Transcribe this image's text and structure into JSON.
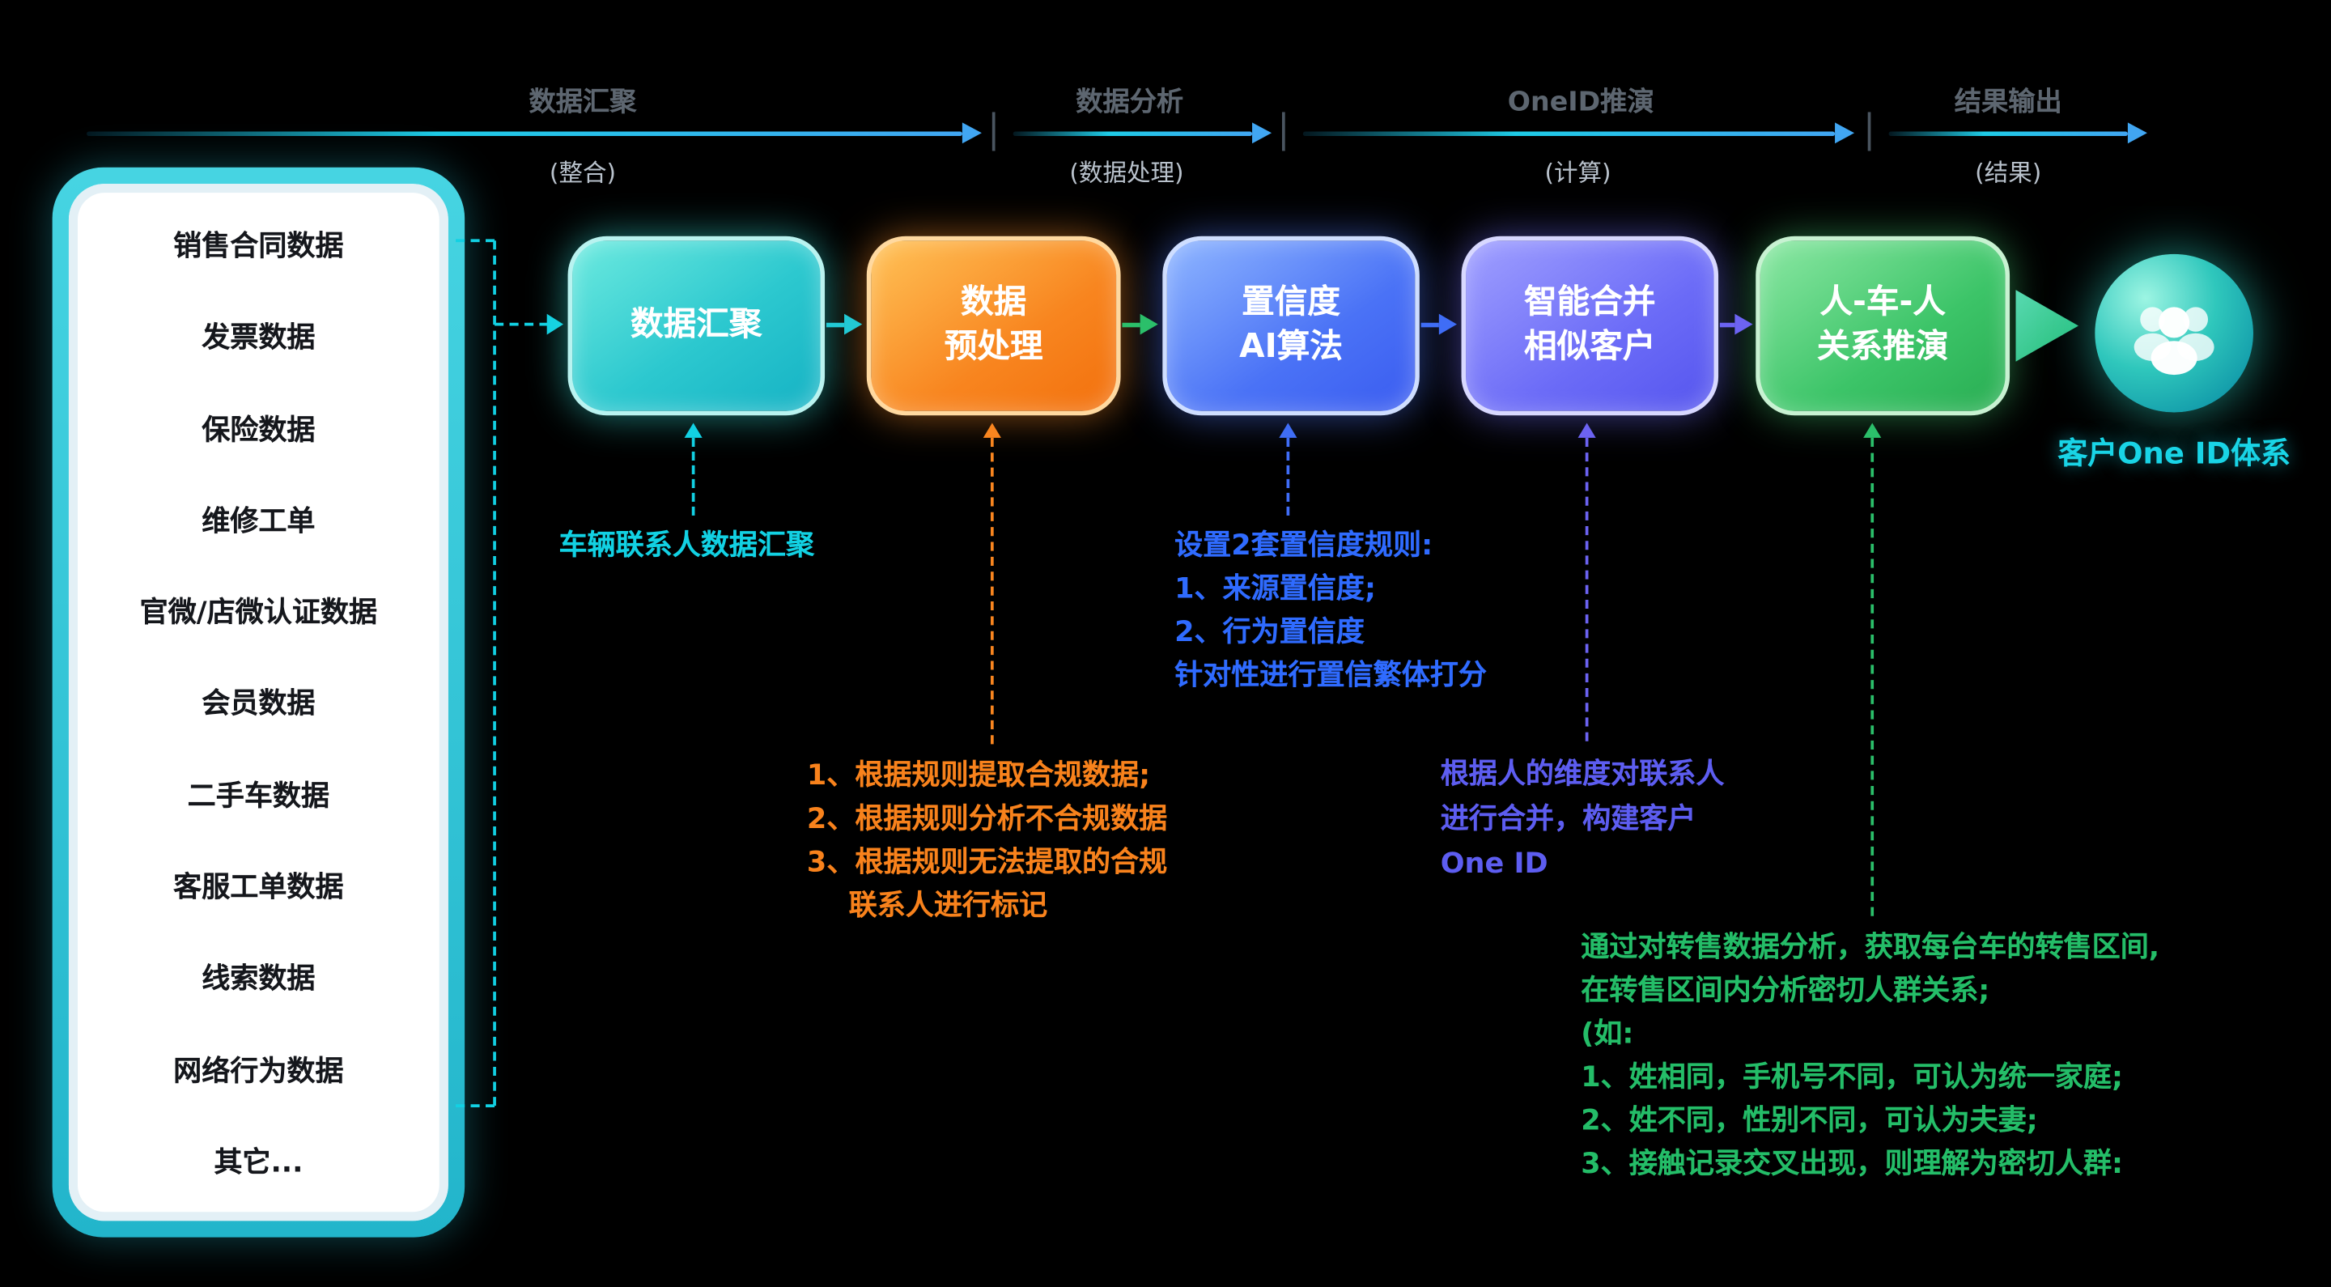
{
  "phases": [
    {
      "label": "数据汇聚",
      "sub": "(整合)"
    },
    {
      "label": "数据分析",
      "sub": "(数据处理)"
    },
    {
      "label": "OneID推演",
      "sub": "(计算)"
    },
    {
      "label": "结果输出",
      "sub": "(结果)"
    }
  ],
  "sources": [
    "销售合同数据",
    "发票数据",
    "保险数据",
    "维修工单",
    "官微/店微认证数据",
    "会员数据",
    "二手车数据",
    "客服工单数据",
    "线索数据",
    "网络行为数据",
    "其它..."
  ],
  "steps": [
    {
      "line1": "数据汇聚",
      "line2": ""
    },
    {
      "line1": "数据",
      "line2": "预处理"
    },
    {
      "line1": "置信度",
      "line2": "AI算法"
    },
    {
      "line1": "智能合并",
      "line2": "相似客户"
    },
    {
      "line1": "人-车-人",
      "line2": "关系推演"
    }
  ],
  "result_label": "客户One ID体系",
  "notes": {
    "n1": [
      "车辆联系人数据汇聚"
    ],
    "n2": [
      "1、根据规则提取合规数据;",
      "2、根据规则分析不合规数据",
      "3、根据规则无法提取的合规",
      "联系人进行标记"
    ],
    "n3": [
      "设置2套置信度规则:",
      "1、来源置信度;",
      "2、行为置信度",
      "针对性进行置信繁体打分"
    ],
    "n4": [
      "根据人的维度对联系人",
      "进行合并，构建客户",
      "One ID"
    ],
    "n5": [
      "通过对转售数据分析，获取每台车的转售区间,",
      "在转售区间内分析密切人群关系;",
      "(如:",
      "1、姓相同，手机号不同，可认为统一家庭;",
      "2、姓不同，性别不同，可认为夫妻;",
      "3、接触记录交叉出现，则理解为密切人群:"
    ]
  },
  "colors": {
    "phase-label": "#5d6670",
    "phase-sub": "#b9c2cc",
    "timeline-cyan": "#1ecbe6",
    "timeline-blue": "#41a6f2",
    "teal": "#22c9d4",
    "orange": "#f8851f",
    "blue": "#3f6df6",
    "purple": "#6c63f2",
    "green": "#2bbf6a",
    "note-cyan": "#12d1e3",
    "note-orange": "#f8821c",
    "note-blue": "#2f6bff",
    "note-purple": "#5d5df0",
    "note-green": "#24bd68",
    "result-label": "#19d4e6"
  }
}
